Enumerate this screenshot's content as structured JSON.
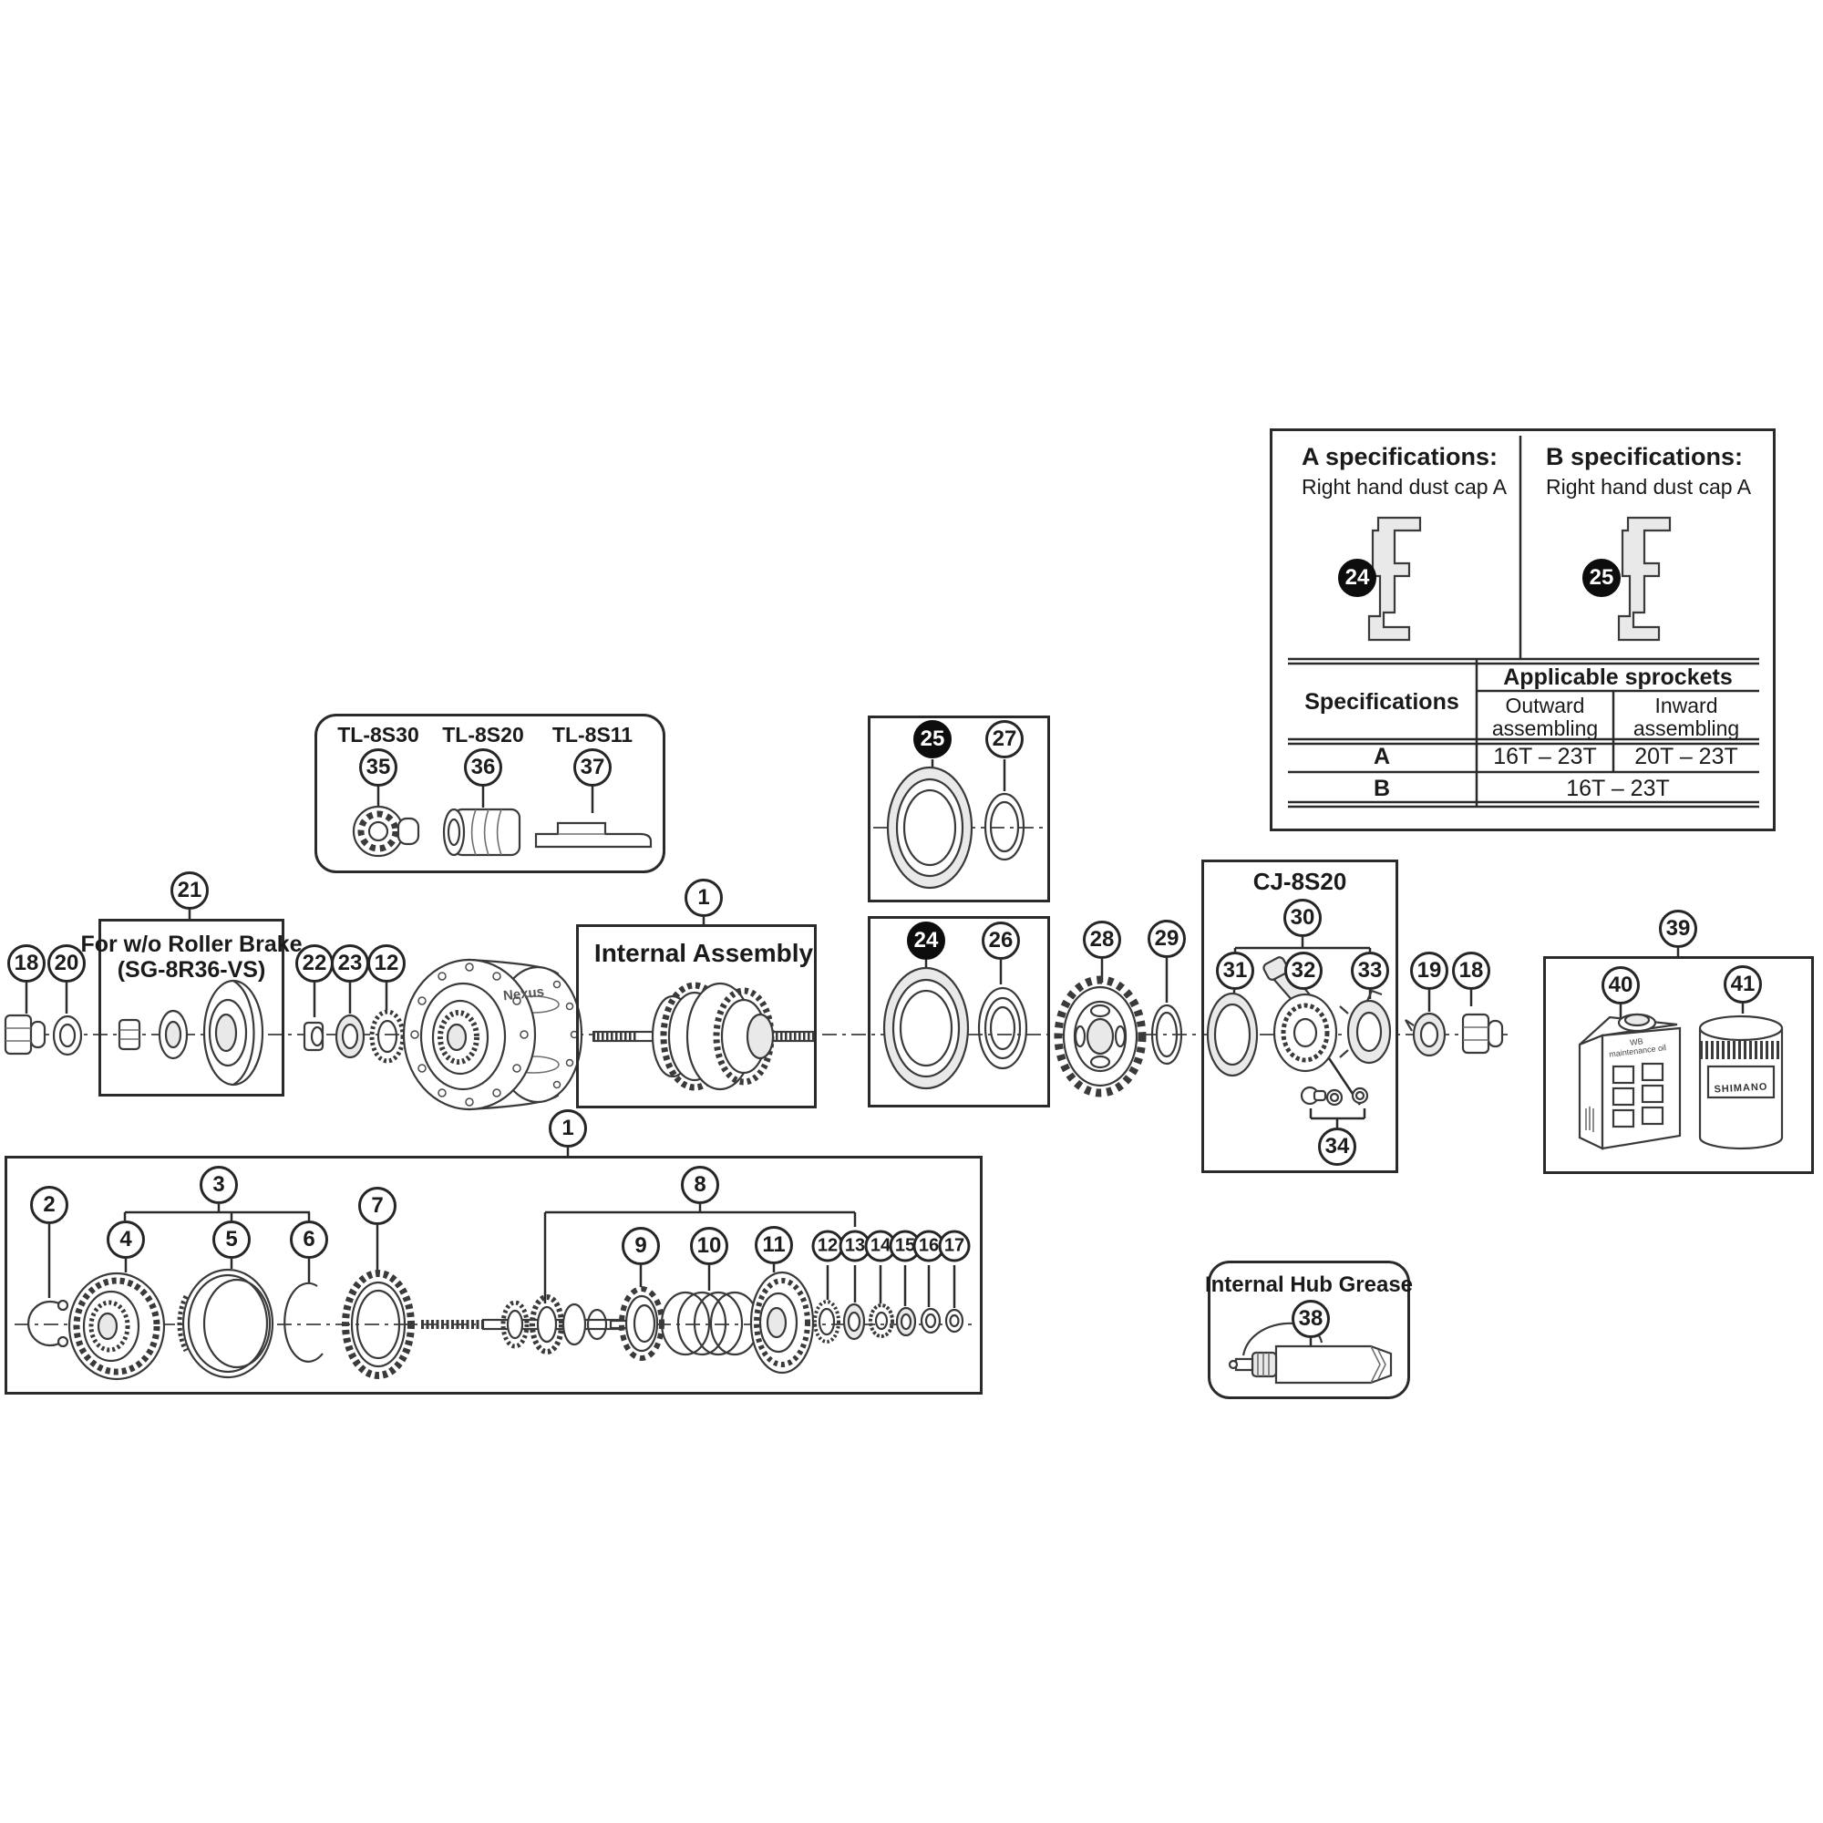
{
  "spec_panel": {
    "a": {
      "title": "A specifications:",
      "subtitle": "Right hand dust cap A",
      "part": "24"
    },
    "b": {
      "title": "B specifications:",
      "subtitle": "Right hand dust cap A",
      "part": "25"
    },
    "table": {
      "row_header": "Specifications",
      "group_header": "Applicable sprockets",
      "col_outward_line1": "Outward",
      "col_outward_line2": "assembling",
      "col_inward_line1": "Inward",
      "col_inward_line2": "assembling",
      "row_a": {
        "label": "A",
        "outward": "16T – 23T",
        "inward": "20T – 23T"
      },
      "row_b": {
        "label": "B",
        "range": "16T – 23T"
      }
    }
  },
  "tools_panel": {
    "tools": [
      {
        "model": "TL-8S30",
        "part": "35"
      },
      {
        "model": "TL-8S20",
        "part": "36"
      },
      {
        "model": "TL-8S11",
        "part": "37"
      }
    ]
  },
  "roller_brake_panel": {
    "part": "21",
    "title_line1": "For w/o Roller Brake",
    "title_line2": "(SG-8R36-VS)"
  },
  "left_axis": {
    "p18": "18",
    "p20": "20",
    "p22": "22",
    "p23": "23",
    "p12": "12"
  },
  "hub": {
    "brand": "Nexus"
  },
  "internal_assembly_panel": {
    "part": "1",
    "title": "Internal Assembly"
  },
  "dust_cap_box_top": {
    "filled": "25",
    "ring": "27"
  },
  "dust_cap_box_bottom": {
    "filled": "24",
    "ring": "26"
  },
  "drive_axis": {
    "p28": "28",
    "p29": "29"
  },
  "cj_panel": {
    "title": "CJ-8S20",
    "group": "30",
    "p31": "31",
    "p32": "32",
    "p33": "33",
    "p34": "34"
  },
  "right_axis": {
    "p19": "19",
    "p18": "18"
  },
  "maintenance_panel": {
    "part": "39",
    "oil": {
      "part": "40",
      "label_line1": "WB",
      "label_line2": "maintenance oil"
    },
    "grease": {
      "part": "41",
      "brand": "SHIMANO"
    }
  },
  "grease_panel": {
    "title": "Internal Hub Grease",
    "part": "38"
  },
  "exploded_panel": {
    "part": "1",
    "p2": "2",
    "p3": "3",
    "p4": "4",
    "p5": "5",
    "p6": "6",
    "p7": "7",
    "p8": "8",
    "p9": "9",
    "p10": "10",
    "p11": "11",
    "p12": "12",
    "p13": "13",
    "p14": "14",
    "p15": "15",
    "p16": "16",
    "p17": "17"
  }
}
